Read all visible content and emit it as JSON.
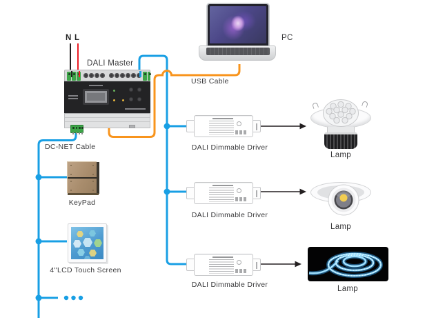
{
  "power": {
    "neutral": "N",
    "live": "L"
  },
  "devices": {
    "dali_master": {
      "label": "DALI Master"
    },
    "pc": {
      "label": "PC"
    },
    "keypad": {
      "label": "KeyPad"
    },
    "touch_screen": {
      "label": "4''LCD Touch Screen"
    },
    "drivers": [
      {
        "label": "DALI Dimmable Driver"
      },
      {
        "label": "DALI Dimmable Driver"
      },
      {
        "label": "DALI Dimmable Driver"
      }
    ],
    "lamps": [
      {
        "label": "Lamp"
      },
      {
        "label": "Lamp"
      },
      {
        "label": "Lamp"
      }
    ]
  },
  "cables": {
    "usb": {
      "label": "USB Cable",
      "color": "#F8941D"
    },
    "dc_net": {
      "label": "DC-NET Cable",
      "color": "#189FE4"
    },
    "dali_bus": {
      "color": "#189FE4"
    },
    "mains": {
      "neutral_color": "#231F20",
      "live_color": "#EC1C24"
    },
    "lamp_wire": {
      "color": "#231F20"
    }
  }
}
